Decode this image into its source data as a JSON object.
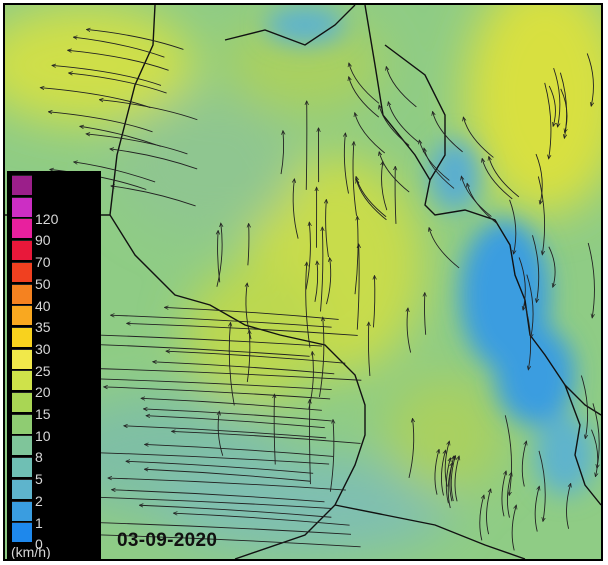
{
  "date_label": "03-09-2020",
  "legend": {
    "unit": "(km/h)",
    "entries": [
      {
        "label": "",
        "color": "#9b1f8a"
      },
      {
        "label": "120",
        "color": "#cc2ec4"
      },
      {
        "label": "90",
        "color": "#e8209e"
      },
      {
        "label": "70",
        "color": "#e8183a"
      },
      {
        "label": "50",
        "color": "#f04020"
      },
      {
        "label": "40",
        "color": "#f58220"
      },
      {
        "label": "35",
        "color": "#f9a820"
      },
      {
        "label": "30",
        "color": "#f8d21e"
      },
      {
        "label": "25",
        "color": "#f1e84a"
      },
      {
        "label": "20",
        "color": "#cfe24a"
      },
      {
        "label": "15",
        "color": "#a9d654"
      },
      {
        "label": "10",
        "color": "#8fcc72"
      },
      {
        "label": "8",
        "color": "#7fc59a"
      },
      {
        "label": "5",
        "color": "#6fbfb4"
      },
      {
        "label": "2",
        "color": "#5eb4cc"
      },
      {
        "label": "1",
        "color": "#3a9de0"
      },
      {
        "label": "0",
        "color": "#1e88ec"
      }
    ]
  },
  "colors": {
    "field_base": "#8fcc85",
    "field_yellow": "#cfdf4a",
    "field_green": "#a9d060",
    "field_teal": "#7fbfa4",
    "field_blue": "#3a9de0",
    "streamline": "#222222",
    "border_line": "#111111"
  }
}
